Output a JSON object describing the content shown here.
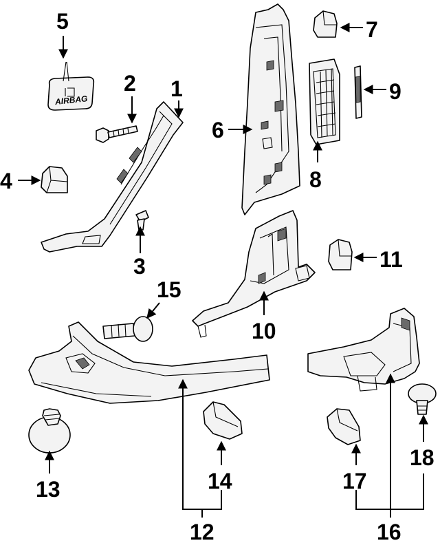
{
  "diagram": {
    "parts": [
      {
        "id": "part-1",
        "callout": "1"
      },
      {
        "id": "part-2",
        "callout": "2"
      },
      {
        "id": "part-3",
        "callout": "3"
      },
      {
        "id": "part-4",
        "callout": "4"
      },
      {
        "id": "part-5",
        "callout": "5"
      },
      {
        "id": "part-6",
        "callout": "6"
      },
      {
        "id": "part-7",
        "callout": "7"
      },
      {
        "id": "part-8",
        "callout": "8"
      },
      {
        "id": "part-9",
        "callout": "9"
      },
      {
        "id": "part-10",
        "callout": "10"
      },
      {
        "id": "part-11",
        "callout": "11"
      },
      {
        "id": "part-12",
        "callout": "12"
      },
      {
        "id": "part-13",
        "callout": "13"
      },
      {
        "id": "part-14",
        "callout": "14"
      },
      {
        "id": "part-15",
        "callout": "15"
      },
      {
        "id": "part-16",
        "callout": "16"
      },
      {
        "id": "part-17",
        "callout": "17"
      },
      {
        "id": "part-18",
        "callout": "18"
      }
    ],
    "airbag_tag_text": "AIRBAG"
  }
}
